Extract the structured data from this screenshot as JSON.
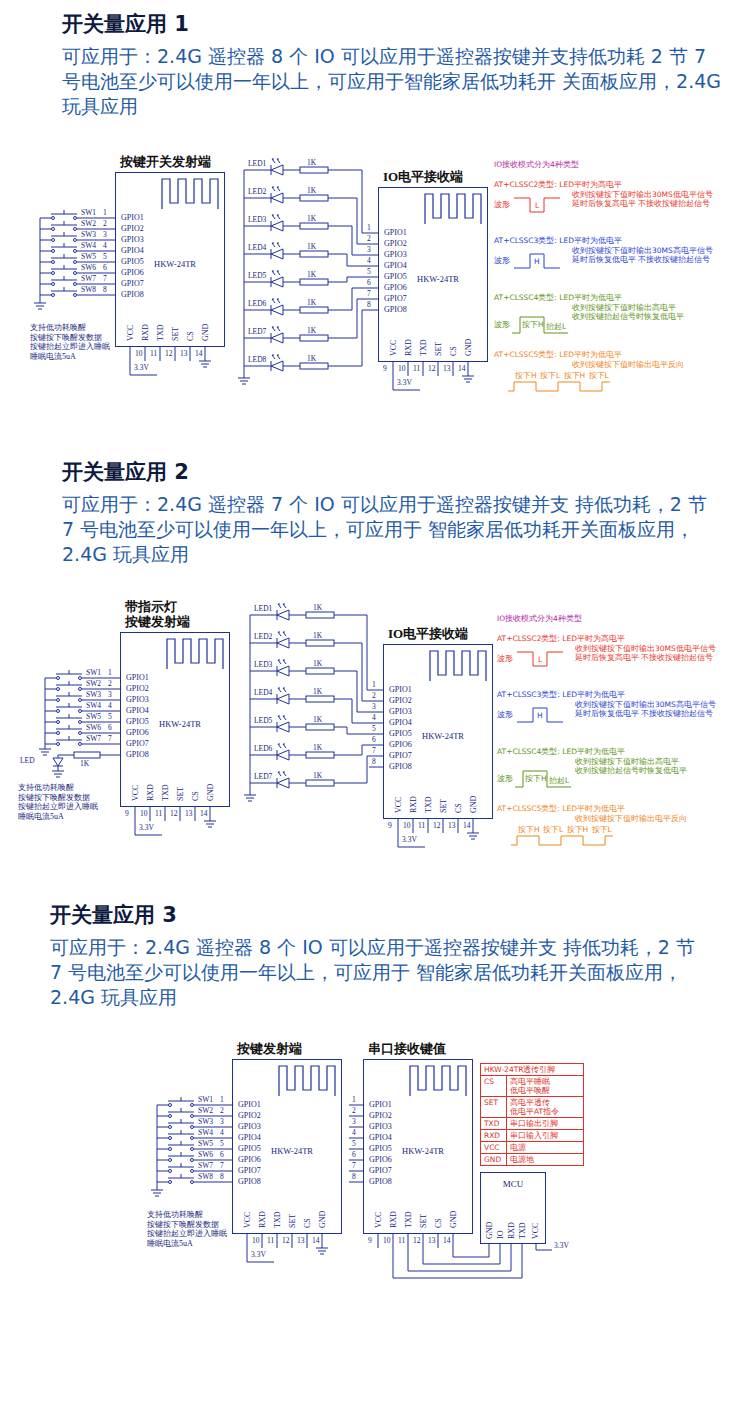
{
  "diagram": {
    "nodes": [
      {
        "text": [
          "按键开关发射端",
          "GPIO1",
          "GPIO2",
          "GPIO3",
          "GPIO4",
          "GPIO5",
          "GPIO6",
          "GPIO7",
          "GPIO8",
          "HKW-24TR",
          "VCC",
          "RXD",
          "TXD",
          "SET",
          "CS",
          "GND"
        ]
      },
      {
        "text": [
          "IO电平接收端",
          "GPIO1",
          "GPIO2",
          "GPIO3",
          "GPIO4",
          "GPIO5",
          "GPIO6",
          "GPIO7",
          "GPIO8",
          "HKW-24TR",
          "VCC",
          "RXD",
          "TXD",
          "SET",
          "CS",
          "GND"
        ]
      },
      {
        "text": [
          "带指示灯 按键发射端",
          "GPIO1",
          "GPIO2",
          "GPIO3",
          "GPIO4",
          "GPIO5",
          "GPIO6",
          "GPIO7",
          "GPIO8",
          "HKW-24TR",
          "VCC",
          "RXD",
          "TXD",
          "SET",
          "CS",
          "GND"
        ]
      },
      {
        "text": [
          "IO电平接收端",
          "GPIO1",
          "GPIO2",
          "GPIO3",
          "GPIO4",
          "GPIO5",
          "GPIO6",
          "GPIO7",
          "GPIO8",
          "HKW-24TR",
          "VCC",
          "RXD",
          "TXD",
          "SET",
          "CS",
          "GND"
        ]
      },
      {
        "text": [
          "按键发射端",
          "GPIO1",
          "GPIO2",
          "GPIO3",
          "GPIO4",
          "GPIO5",
          "GPIO6",
          "GPIO7",
          "GPIO8",
          "HKW-24TR",
          "VCC",
          "RXD",
          "TXD",
          "SET",
          "CS",
          "GND"
        ]
      },
      {
        "text": [
          "串口接收键值",
          "GPIO1",
          "GPIO2",
          "GPIO3",
          "GPIO4",
          "GPIO5",
          "GPIO6",
          "GPIO7",
          "GPIO8",
          "HKW-24TR",
          "VCC",
          "RXD",
          "TXD",
          "SET",
          "CS",
          "GND"
        ]
      },
      {
        "text": [
          "HKW-24TR透传引脚",
          "CS",
          "高电平睡眠 低电平唤醒",
          "SET",
          "高电平透传 低电平AT指令",
          "TXD",
          "串口输出引脚",
          "RXD",
          "串口输入引脚",
          "VCC",
          "电源",
          "GND",
          "电源地"
        ]
      },
      {
        "text": [
          "MCU",
          "GND",
          "IO",
          "RXD",
          "TXD",
          "VCC"
        ]
      }
    ],
    "edges": [
      {
        "from": 5,
        "to": 7,
        "arrow": "none"
      },
      {
        "from": 5,
        "to": 7,
        "arrow": "none"
      },
      {
        "from": 5,
        "to": 7,
        "arrow": "none"
      },
      {
        "from": 5,
        "to": 7,
        "arrow": "none"
      }
    ],
    "labels": [
      "开关量应用 1",
      "可应用于：2.4G 遥控器 8 个 IO 可以应用于遥控器按键并支持低功耗 2 节 7 号电池至少可以使用一年以上，可应用于智能家居低功耗开 关面板应用，2.4G 玩具应用",
      "SW1",
      "SW2",
      "SW3",
      "SW4",
      "SW5",
      "SW6",
      "SW7",
      "SW8",
      "1",
      "2",
      "3",
      "4",
      "5",
      "6",
      "7",
      "8",
      "支持低功耗唤醒 按键按下唤醒发数据 按键抬起立即进入睡眠 睡眠电流5uA",
      "10",
      "11",
      "12",
      "13",
      "14",
      "3.3V",
      "LED1",
      "LED2",
      "LED3",
      "LED4",
      "LED5",
      "LED6",
      "LED7",
      "LED8",
      "1K",
      "1K",
      "1K",
      "1K",
      "1K",
      "1K",
      "1K",
      "1K",
      "1",
      "2",
      "3",
      "4",
      "5",
      "6",
      "7",
      "8",
      "9",
      "10",
      "11",
      "12",
      "13",
      "14",
      "3.3V",
      "IO接收模式分为4种类型",
      "AT+CLSSC2类型: LED平时为高电平",
      "收到按键按下值时输出30MS低电平信号 延时后恢复高电平 不接收按键抬起信号",
      "波形",
      "L",
      "AT+CLSSC3类型: LED平时为低电平",
      "收到按键按下值时输出30MS高电平信号 延时后恢复低电平 不接收按键抬起信号",
      "波形",
      "H",
      "AT+CLSSC4类型: LED平时为低电平",
      "收到按键按下值时输出高电平 收到按键抬起信号时恢复低电平",
      "波形",
      "按下H",
      "抬起L",
      "AT+CLSSC5类型: LED平时为低电平",
      "收到按键按下值时输出电平反向",
      "按下H 按下L 按下H 按下L",
      "开关量应用 2",
      "可应用于：2.4G 遥控器 7 个 IO 可以应用于遥控器按键并支 持低功耗，2 节 7 号电池至少可以使用一年以上，可应用于 智能家居低功耗开关面板应用，2.4G 玩具应用",
      "SW1",
      "SW2",
      "SW3",
      "SW4",
      "SW5",
      "SW6",
      "SW7",
      "1",
      "2",
      "3",
      "4",
      "5",
      "6",
      "7",
      "LED",
      "1K",
      "支持低功耗唤醒 按键按下唤醒发数据 按键抬起立即进入睡眠 睡眠电流5uA",
      "9",
      "10",
      "11",
      "12",
      "13",
      "14",
      "3.3V",
      "LED1",
      "LED2",
      "LED3",
      "LED4",
      "LED5",
      "LED6",
      "LED7",
      "1K",
      "1K",
      "1K",
      "1K",
      "1K",
      "1K",
      "1K",
      "1",
      "2",
      "3",
      "4",
      "5",
      "6",
      "7",
      "8",
      "9",
      "10",
      "11",
      "12",
      "13",
      "14",
      "3.3V",
      "IO接收模式分为4种类型",
      "AT+CLSSC2类型: LED平时为高电平",
      "收到按键按下值时输出30MS低电平信号 延时后恢复高电平 不接收按键抬起信号",
      "波形",
      "L",
      "AT+CLSSC3类型: LED平时为低电平",
      "收到按键按下值时输出30MS高电平信号 延时后恢复低电平 不接收按键抬起信号",
      "波形",
      "H",
      "AT+CLSSC4类型: LED平时为低电平",
      "收到按键按下值时输出高电平 收到按键抬起信号时恢复低电平",
      "波形",
      "按下H",
      "抬起L",
      "AT+CLSSC5类型: LED平时为低电平",
      "收到按键按下值时输出电平反向",
      "按下H 按下L 按下H 按下L",
      "开关量应用 3",
      "可应用于：2.4G 遥控器 8 个 IO 可以应用于遥控器按键并支 持低功耗，2 节 7 号电池至少可以使用一年以上，可应用于 智能家居低功耗开关面板应用，2.4G 玩具应用",
      "SW1",
      "SW2",
      "SW3",
      "SW4",
      "SW5",
      "SW6",
      "SW7",
      "SW8",
      "1",
      "2",
      "3",
      "4",
      "5",
      "6",
      "7",
      "8",
      "支持低功耗唤醒 按键按下唤醒发数据 按键抬起立即进入睡眠 睡眠电流5uA",
      "10",
      "11",
      "12",
      "13",
      "14",
      "3.3V",
      "1",
      "2",
      "3",
      "4",
      "5",
      "6",
      "7",
      "8",
      "9",
      "10",
      "11",
      "12",
      "13",
      "14",
      "3.3V"
    ]
  }
}
